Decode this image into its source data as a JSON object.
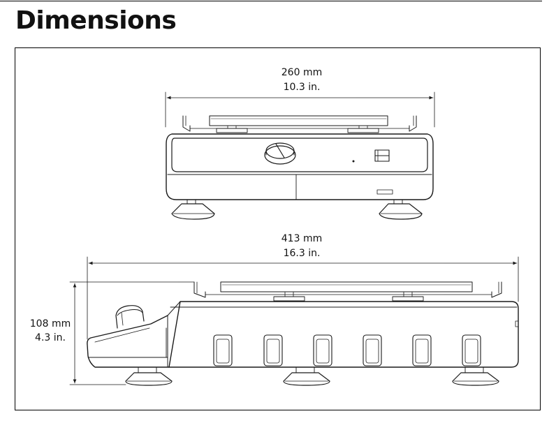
{
  "page": {
    "title": "Dimensions"
  },
  "dimensions": {
    "width": {
      "metric": "260 mm",
      "imperial": "10.3 in."
    },
    "length": {
      "metric": "413 mm",
      "imperial": "16.3 in."
    },
    "height": {
      "metric": "108 mm",
      "imperial": "4.3 in."
    }
  },
  "colors": {
    "line": "#1a1a1a",
    "frame": "#000000",
    "background": "#ffffff"
  }
}
